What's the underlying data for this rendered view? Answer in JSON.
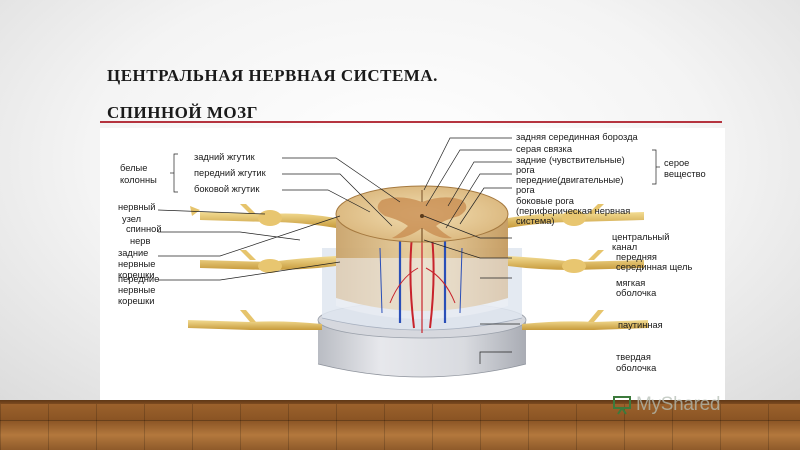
{
  "slide": {
    "title_line1": "ЦЕНТРАЛЬНАЯ НЕРВНАЯ СИСТЕМА.",
    "title_line2": "СПИННОЙ МОЗГ",
    "accent_color": "#b5343f"
  },
  "diagram": {
    "labels_left": {
      "white_columns_1": "белые",
      "white_columns_2": "колонны",
      "posterior_funiculus": "задний жгутик",
      "anterior_funiculus": "передний жгутик",
      "lateral_funiculus": "боковой жгутик",
      "ganglion_1": "нервный",
      "ganglion_2": "узел",
      "spinal_nerve_1": "спинной",
      "spinal_nerve_2": "нерв",
      "dorsal_roots_1": "задние",
      "dorsal_roots_2": "нервные",
      "dorsal_roots_3": "корешки",
      "ventral_roots_1": "передние",
      "ventral_roots_2": "нервные",
      "ventral_roots_3": "корешки"
    },
    "labels_right": {
      "posterior_median_sulcus": "задняя серединная борозда",
      "gray_commissure": "серая связка",
      "dorsal_horns_1": "задние (чувствительные)",
      "dorsal_horns_2": "рога",
      "ventral_horns_1": "передние(двигательные)",
      "ventral_horns_2": "рога",
      "lateral_horns_1": "боковые рога",
      "lateral_horns_2": "(периферическая нервная",
      "lateral_horns_3": "система)",
      "gray_matter_1": "серое",
      "gray_matter_2": "вещество",
      "central_canal_1": "центральный",
      "central_canal_2": "канал",
      "anterior_fissure_1": "передняя",
      "anterior_fissure_2": "серединная щель",
      "pia_mater_1": "мягкая",
      "pia_mater_2": "оболочка",
      "arachnoid": "паутинная",
      "dura_mater_1": "твердая",
      "dura_mater_2": "оболочка"
    }
  },
  "watermark": {
    "text": "MyShared",
    "icon": "presentation-board-icon"
  }
}
